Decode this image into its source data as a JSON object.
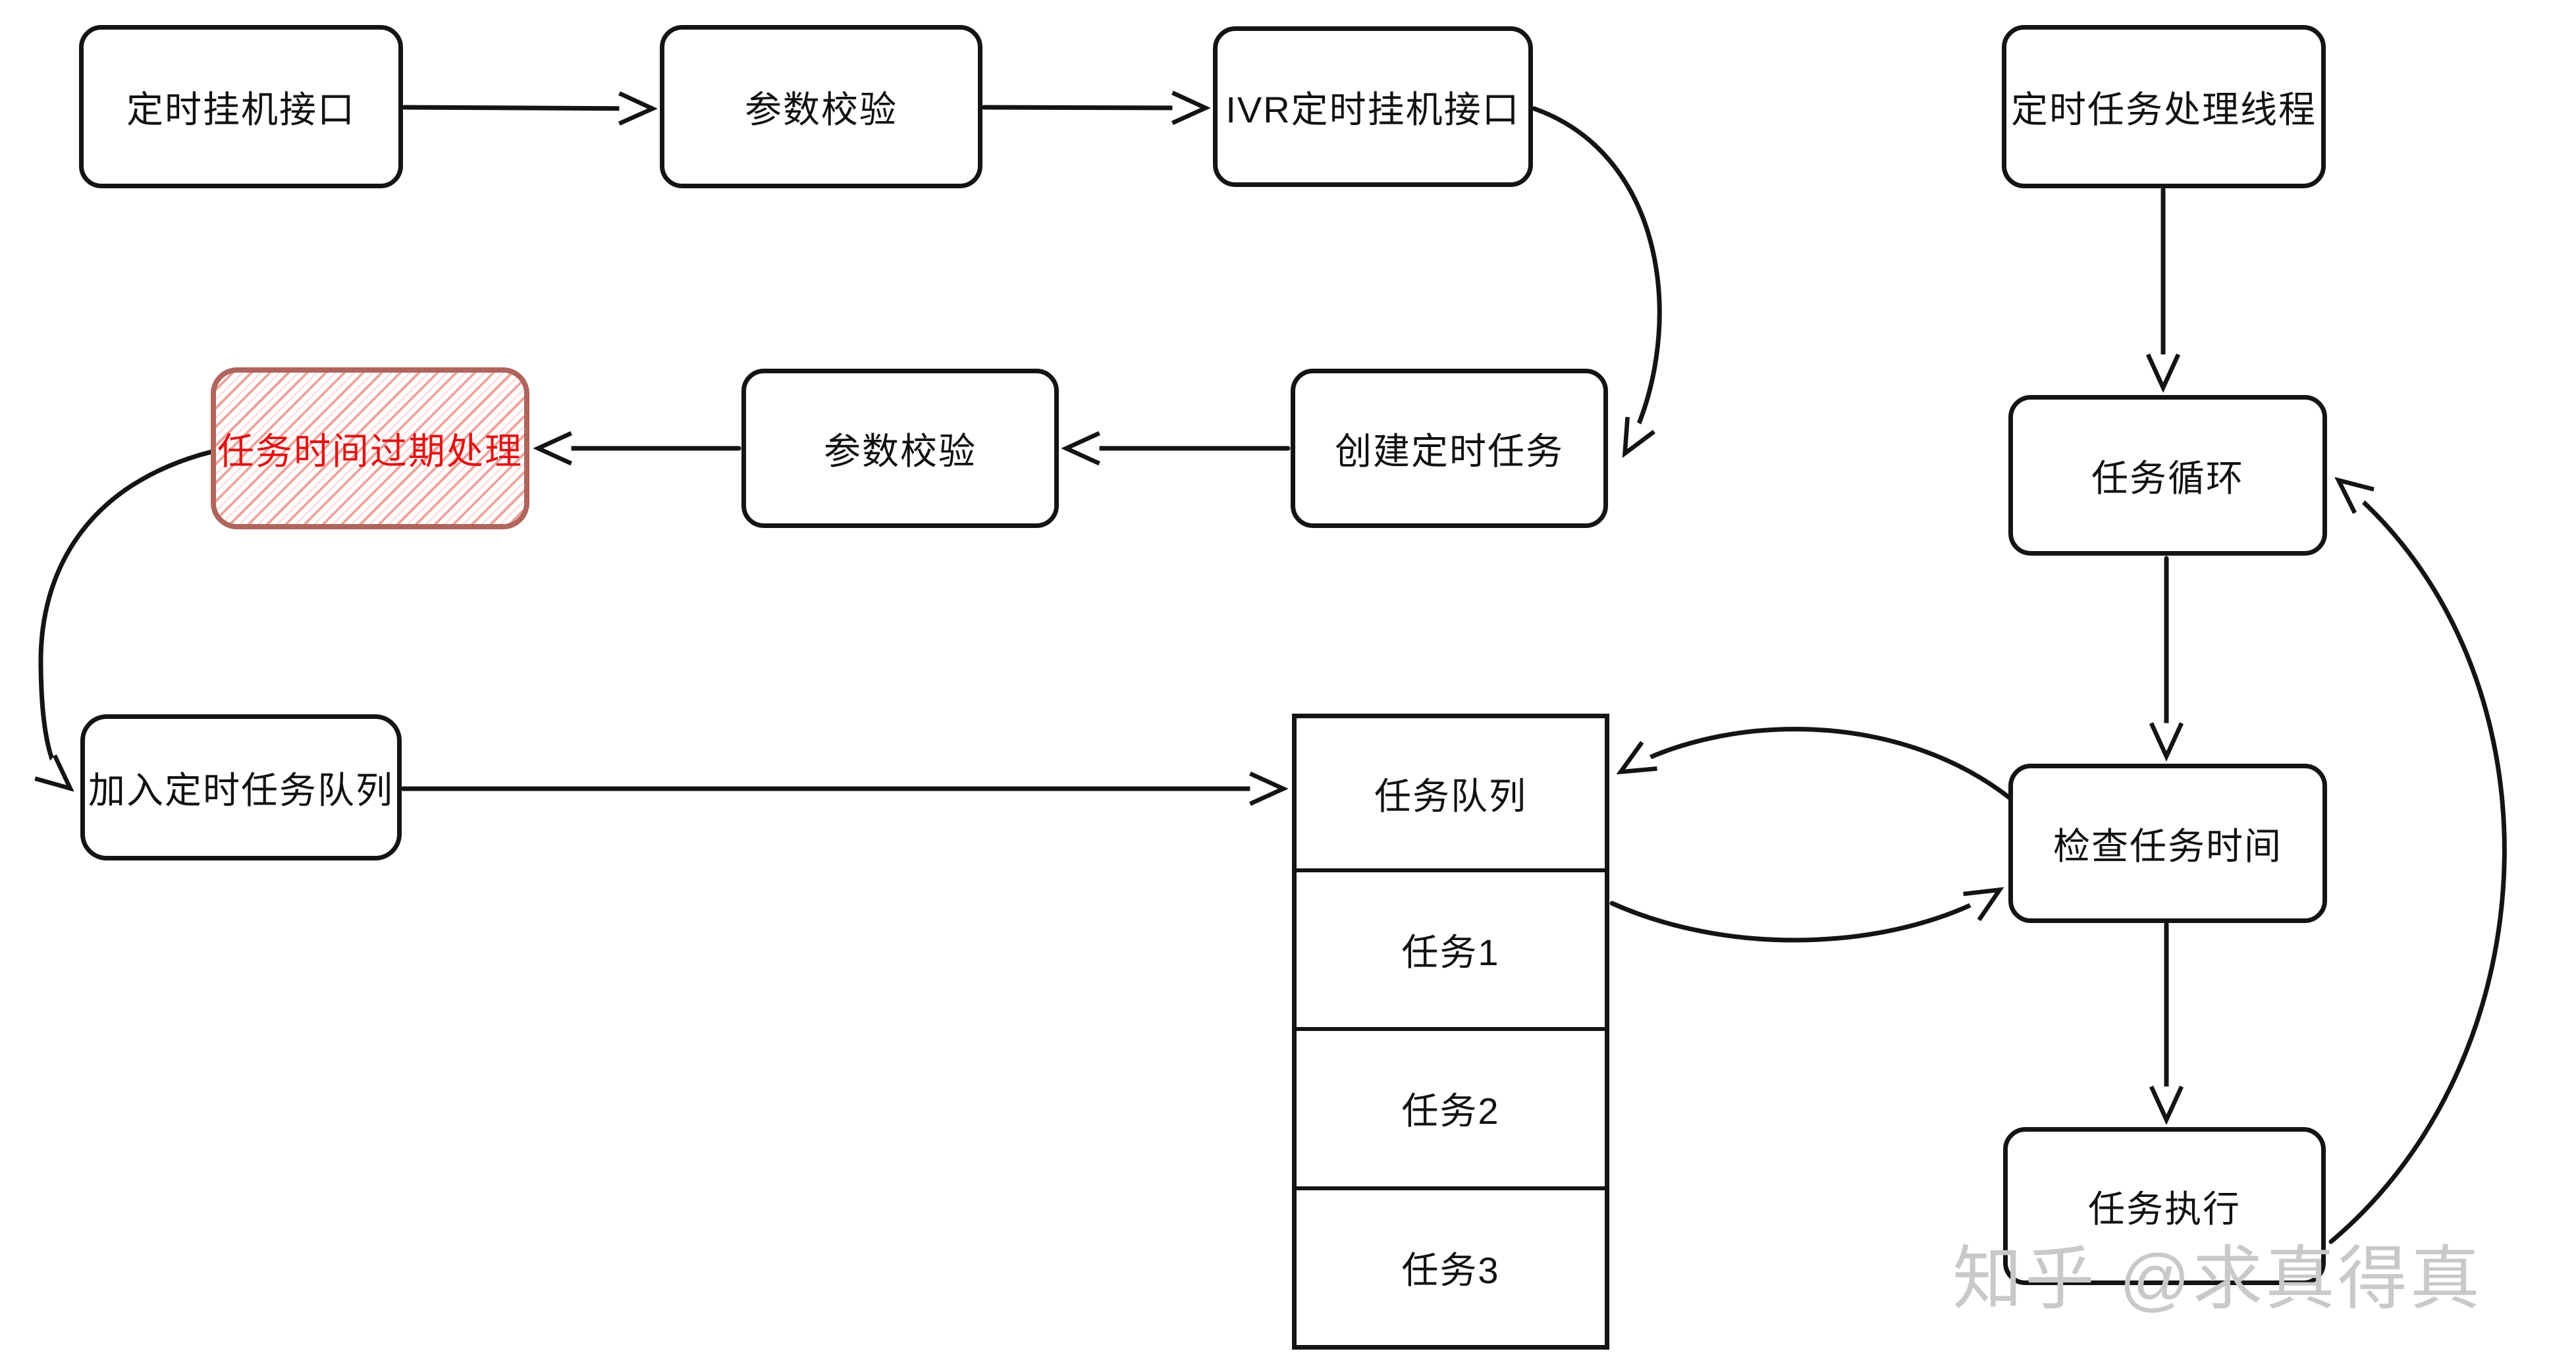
{
  "diagram": {
    "nodes": {
      "hangup_api": {
        "label": "定时挂机接口"
      },
      "param_check_1": {
        "label": "参数校验"
      },
      "ivr_hangup_api": {
        "label": "IVR定时挂机接口"
      },
      "timer_thread": {
        "label": "定时任务处理线程"
      },
      "expired_handling": {
        "label": "任务时间过期处理"
      },
      "param_check_2": {
        "label": "参数校验"
      },
      "create_task": {
        "label": "创建定时任务"
      },
      "task_loop": {
        "label": "任务循环"
      },
      "join_queue": {
        "label": "加入定时任务队列"
      },
      "check_task_time": {
        "label": "检查任务时间"
      },
      "task_execute": {
        "label": "任务执行"
      }
    },
    "queue": {
      "header": "任务队列",
      "items": [
        "任务1",
        "任务2",
        "任务3"
      ]
    },
    "edges": [
      {
        "from": "hangup_api",
        "to": "param_check_1"
      },
      {
        "from": "param_check_1",
        "to": "ivr_hangup_api"
      },
      {
        "from": "ivr_hangup_api",
        "to": "create_task"
      },
      {
        "from": "create_task",
        "to": "param_check_2"
      },
      {
        "from": "param_check_2",
        "to": "expired_handling"
      },
      {
        "from": "expired_handling",
        "to": "join_queue"
      },
      {
        "from": "join_queue",
        "to": "task_queue"
      },
      {
        "from": "timer_thread",
        "to": "task_loop"
      },
      {
        "from": "task_loop",
        "to": "check_task_time"
      },
      {
        "from": "check_task_time",
        "to": "task_queue"
      },
      {
        "from": "task_queue",
        "to": "check_task_time"
      },
      {
        "from": "check_task_time",
        "to": "task_execute"
      },
      {
        "from": "task_execute",
        "to": "task_loop"
      }
    ],
    "colors": {
      "stroke": "#141414",
      "alert_border": "#b0655c",
      "alert_text": "#e01414",
      "alert_hatch": "#e78d85",
      "watermark": "#c9c9c9",
      "background": "#ffffff"
    },
    "watermark": "知乎 @求真得真"
  }
}
